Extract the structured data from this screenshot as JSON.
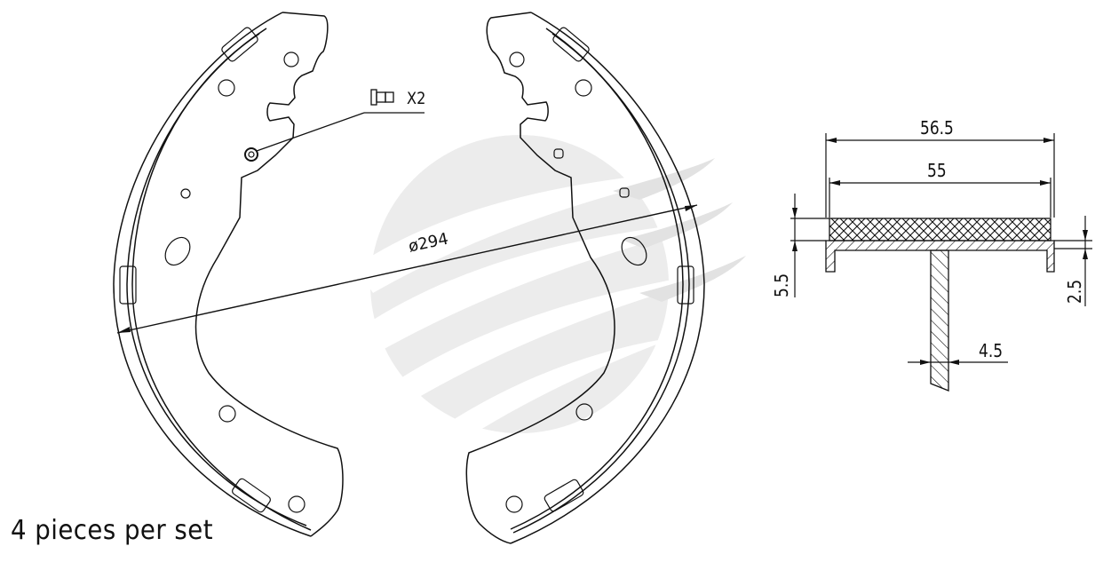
{
  "diagram": {
    "type": "technical-drawing",
    "subject": "brake shoe set",
    "caption": "4 pieces per set",
    "callouts": {
      "rivet_qty": "X2",
      "diameter": "ø294"
    },
    "cross_section": {
      "dim_overall_width": "56.5",
      "dim_lining_width": "55",
      "dim_lining_thickness": "5.5",
      "dim_table_thickness": "2.5",
      "dim_web_thickness": "4.5"
    },
    "watermark": {
      "description": "faint grey swoosh logo",
      "color": "#e6e6e6"
    },
    "colors": {
      "line": "#111111",
      "background": "#ffffff"
    }
  }
}
